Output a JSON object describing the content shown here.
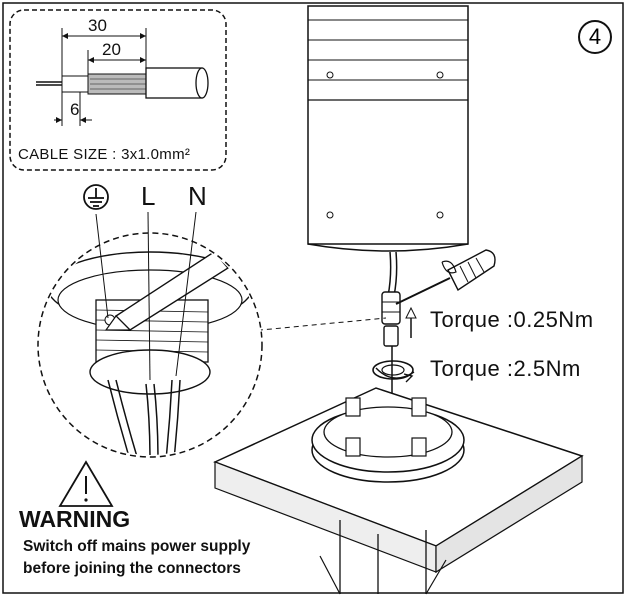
{
  "step": {
    "number": "4"
  },
  "cable_detail": {
    "dimensions": [
      "30",
      "20",
      "6"
    ],
    "cable_size_label": "CABLE SIZE : 3x1.0mm²"
  },
  "terminals": {
    "earth_icon": "earth-ground-icon",
    "live": "L",
    "neutral": "N"
  },
  "torque": {
    "connector": "Torque :0.25Nm",
    "ring": "Torque :2.5Nm"
  },
  "warning": {
    "icon": "warning-triangle-icon",
    "title": "WARNING",
    "lines": [
      "Switch off mains power supply",
      "before joining the connectors"
    ]
  },
  "colors": {
    "line": "#111111",
    "background": "#ffffff"
  }
}
